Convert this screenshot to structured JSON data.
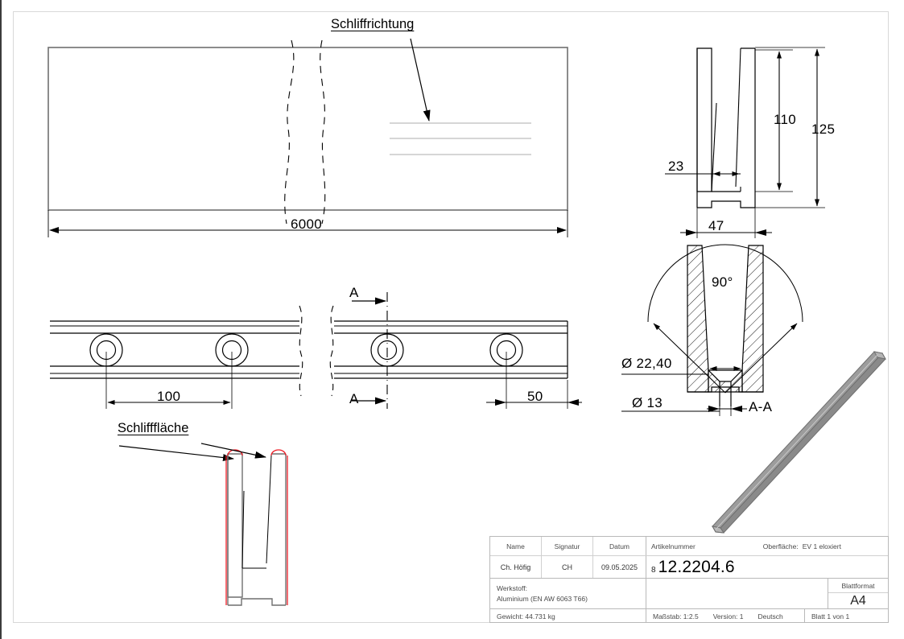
{
  "drawing": {
    "type": "technical-drawing",
    "language": "Deutsch",
    "sheet_size": "A4",
    "annotations": {
      "grind_direction_label": "Schliffrichtung",
      "grind_surface_label": "Schlifffläche",
      "section_letter": "A",
      "section_name": "A-A"
    },
    "dimensions": {
      "length": "6000",
      "height_total": "125",
      "height_slot": "110",
      "width_total": "47",
      "slot_width": "23",
      "hole_pitch": "100",
      "hole_end_distance": "50",
      "cone_angle": "90°",
      "counterbore_dia": "Ø 22,40",
      "through_hole_dia": "Ø 13"
    }
  },
  "titleblock": {
    "headers": {
      "name": "Name",
      "signature": "Signatur",
      "date": "Datum",
      "article_number": "Artikelnummer",
      "surface": "Oberfläche:",
      "material": "Werkstoff:",
      "sheet_format": "Blattformat"
    },
    "values": {
      "name": "Ch. Höfig",
      "signature": "CH",
      "date": "09.05.2025",
      "article_prefix": "8",
      "article_number": "12.2204.6",
      "surface": "EV 1 eloxiert",
      "material": "Aluminium (EN AW 6063 T66)",
      "sheet_format": "A4",
      "weight": "Gewicht: 44.731 kg",
      "scale": "Maßstab: 1:2.5",
      "version": "Version: 1",
      "language": "Deutsch",
      "sheet": "Blatt 1 von 1"
    }
  },
  "colors": {
    "line": "#000000",
    "outline_gray": "#6f6f6f",
    "light_gray": "#d8d8d8",
    "highlight_red": "#ee1c25",
    "solid_gray": "#9e9e9e",
    "frame": "#b9b9b9"
  }
}
